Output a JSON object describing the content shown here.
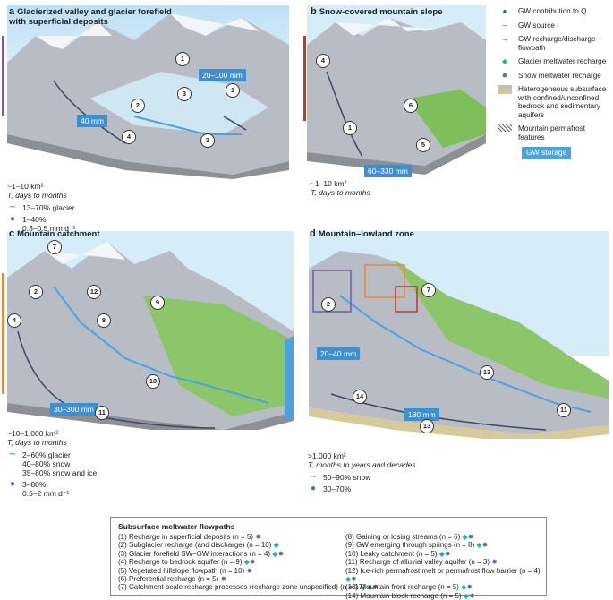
{
  "panels": {
    "a": {
      "letter": "a",
      "title": "Glacierized valley and glacier forefield with superficial deposits",
      "area": "~1–10 km²",
      "time": "T, days to months",
      "source_pct": "13–70% glacier",
      "contrib_pct": "1–40%",
      "contrib_rate": "0.3–0.5 mm d⁻¹",
      "callouts": [
        "20–100 mm",
        "40 mm"
      ],
      "numbers": [
        "1",
        "3",
        "1",
        "2",
        "4",
        "3"
      ]
    },
    "b": {
      "letter": "b",
      "title": "Snow-covered mountain slope",
      "area": "~1–10 km²",
      "time": "T, days to months",
      "callouts": [
        "60–330 mm"
      ],
      "numbers": [
        "4",
        "6",
        "1",
        "5"
      ]
    },
    "c": {
      "letter": "c",
      "title": "Mountain catchment",
      "area": "~10–1,000 km²",
      "time": "T, days to months",
      "source_pct": [
        "2–60% glacier",
        "40–80% snow",
        "35–80% snow and ice"
      ],
      "contrib_pct": "3–80%",
      "contrib_rate": "0.5–2 mm d⁻¹",
      "callouts": [
        "30–300 mm"
      ],
      "numbers": [
        "7",
        "12",
        "2",
        "9",
        "8",
        "4",
        "10",
        "11"
      ]
    },
    "d": {
      "letter": "d",
      "title": "Mountain–lowland zone",
      "area": ">1,000 km²",
      "time": "T, months to years and decades",
      "source_pct": "50–90% snow",
      "contrib_pct": "30–70%",
      "callouts": [
        "20–40 mm",
        "180 mm"
      ],
      "numbers": [
        "2",
        "7",
        "13",
        "14",
        "13",
        "11"
      ]
    }
  },
  "legend": {
    "items": [
      "GW contribution to Q",
      "GW source",
      "GW recharge/discharge flowpath",
      "Glacier meltwater recharge",
      "Snow meltwater recharge",
      "Heterogeneous subsurface with confined/unconfined bedrock and sedimentary aquifers",
      "Mountain permafrost features"
    ],
    "storage": "GW storage"
  },
  "flowpaths": {
    "title": "Subsurface meltwater flowpaths",
    "left": [
      "(1) Recharge in superficial deposits (n = 5)",
      "(2) Subglacier recharge (and discharge) (n = 10)",
      "(3) Glacier forefield SW–GW interactions (n = 4)",
      "(4) Recharge to bedrock aquifer (n = 9)",
      "(5) Vegetated hillslope flowpath (n = 10)",
      "(6) Preferential recharge (n = 5)",
      "(7) Catchment-scale recharge processes (recharge zone unspecified) (n = 17)"
    ],
    "right": [
      "(8) Gaining or losing streams (n = 6)",
      "(9) GW emerging through springs (n = 8)",
      "(10) Leaky catchment (n = 5)",
      "(11) Recharge of alluvial valley aquifer (n = 3)",
      "(12) Ice-rich permafrost melt or permafrost flow barrier (n = 4)",
      "(13) Mountain front recharge (n = 5)",
      "(14) Mountain block recharge (n = 5)"
    ],
    "left_marks": [
      "s",
      "d",
      "ds",
      "ds",
      "s",
      "s",
      "ds"
    ],
    "right_marks": [
      "ds",
      "ds",
      "ds",
      "s",
      "ds",
      "ds",
      "ds"
    ]
  },
  "colors": {
    "sky": "#d6ecf8",
    "rock": "#b8bcc4",
    "glacier": "#cfe6f3",
    "grass": "#7fbf5a",
    "water": "#4aa3df",
    "callout": "#3d8fcf",
    "bar_a": "#7b5aa8",
    "bar_b": "#c0392b",
    "bar_c": "#e8893a"
  }
}
